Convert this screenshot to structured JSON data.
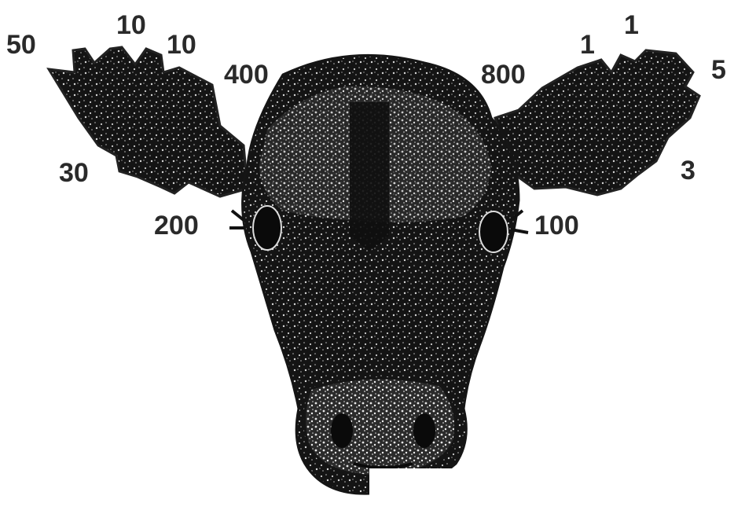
{
  "colors": {
    "ink": "#111111",
    "label": "#2a2a2a",
    "background": "#ffffff"
  },
  "labels": {
    "left_ear_base": "50",
    "left_ear_top_a": "10",
    "left_ear_top_b": "10",
    "left_ear_bottom": "30",
    "left_ear_inner_top": "400",
    "left_eye": "200",
    "right_ear_inner_top": "800",
    "right_ear_top_a": "1",
    "right_ear_top_b": "1",
    "right_ear_tip": "5",
    "right_ear_bottom": "3",
    "right_eye": "100"
  }
}
